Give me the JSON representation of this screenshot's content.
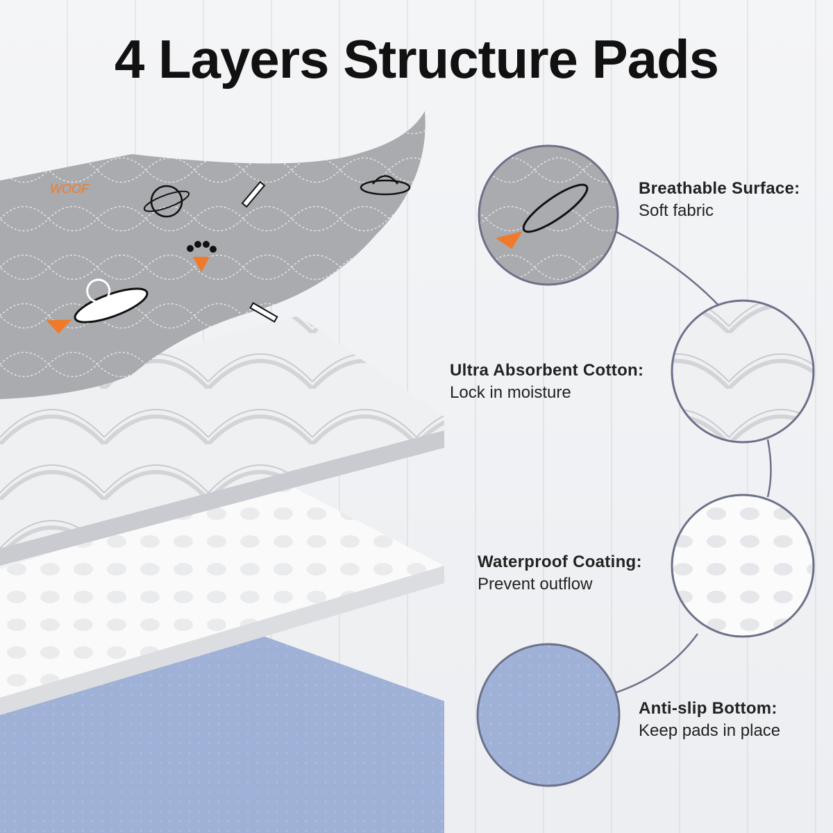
{
  "title": "4 Layers Structure Pads",
  "layers": [
    {
      "heading": "Breathable Surface:",
      "desc": "Soft fabric"
    },
    {
      "heading": "Ultra Absorbent Cotton:",
      "desc": "Lock in moisture"
    },
    {
      "heading": "Waterproof Coating:",
      "desc": "Prevent outflow"
    },
    {
      "heading": "Anti-slip Bottom:",
      "desc": "Keep pads in place"
    }
  ],
  "print_text": "WOOF",
  "colors": {
    "surface": "#a9abaf",
    "cotton": "#eef0f2",
    "waterproof": "#fafafa",
    "bottom": "#9fb1d6",
    "accent": "#f07a2a",
    "ring": "#6c7189"
  }
}
